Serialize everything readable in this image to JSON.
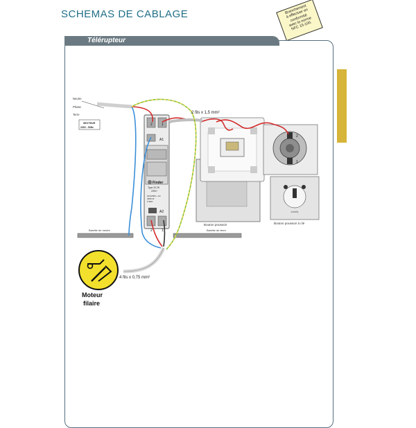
{
  "header": {
    "title": "SCHEMAS DE CABLAGE",
    "note": [
      "Branchement",
      "à effectuer en",
      "conformité",
      "avec la norme",
      "NFC 15-100."
    ]
  },
  "section": {
    "label": "Télérupteur"
  },
  "supply": {
    "neutre": "Neutre",
    "phase": "Phase",
    "terre": "Terre",
    "secteur": [
      "SECTEUR",
      "230V - 50Hz"
    ]
  },
  "relay": {
    "terminal_a1": "A1",
    "terminal_a2": "A2",
    "brand": "Finder",
    "type": [
      "Type 20.28",
      "230V~"
    ],
    "rating": [
      "16A/250V~ AC",
      "4000 W",
      "0 SEC"
    ],
    "terminals_top": [
      "2",
      "1"
    ],
    "terminals_bottom": [
      "2",
      "1"
    ]
  },
  "wires": {
    "cable_top": "2 fils x 1,5 mm²",
    "cable_motor": "4 fils x 0,75 mm²"
  },
  "pushbuttons": {
    "pushbutton": "Bouton poussoir",
    "key_switch": "Bouton poussoir à clé",
    "key_terminals": [
      "2",
      "1"
    ],
    "key_brand": "somfy"
  },
  "terminal_strips": {
    "neutral": "Barette de neutre",
    "earth": "Barette de terre"
  },
  "motor": {
    "label": [
      "Moteur",
      "filaire"
    ]
  },
  "colors": {
    "phase": "#d22b2b",
    "neutral": "#3a8fd8",
    "earth_green": "#7fbf3f",
    "earth_yellow": "#e8d84a",
    "accent": "#1f6f86",
    "motor_disc": "#f3e02c"
  }
}
